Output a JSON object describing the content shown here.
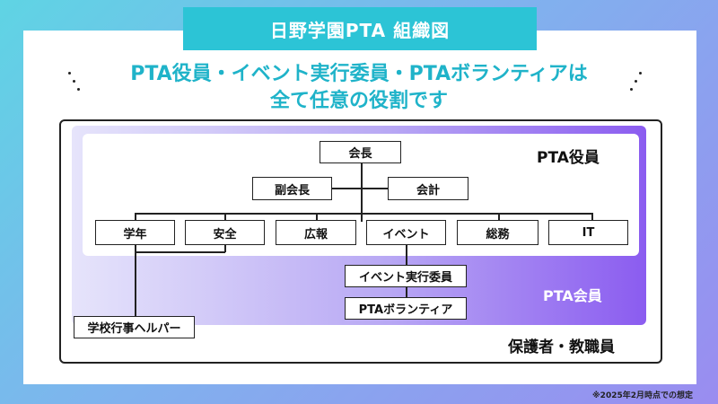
{
  "title": "日野学園PTA 組織図",
  "headline": {
    "line1": "PTA役員・イベント実行委員・PTAボランティアは",
    "line2": "全て任意の役割です"
  },
  "labels": {
    "officers": "PTA役員",
    "members": "PTA会員",
    "guardians": "保護者・教職員"
  },
  "nodes": {
    "president": "会長",
    "vice_president": "副会長",
    "accounting": "会計",
    "grade": "学年",
    "safety": "安全",
    "pr": "広報",
    "event": "イベント",
    "general_affairs": "総務",
    "it": "IT",
    "event_committee": "イベント実行委員",
    "volunteer": "PTAボランティア",
    "school_helper": "学校行事ヘルパー"
  },
  "note": "※2025年2月時点での想定",
  "colors": {
    "title_bg": "#2cc4d6",
    "headline": "#1fb3c9",
    "members_label": "#ffffff"
  }
}
